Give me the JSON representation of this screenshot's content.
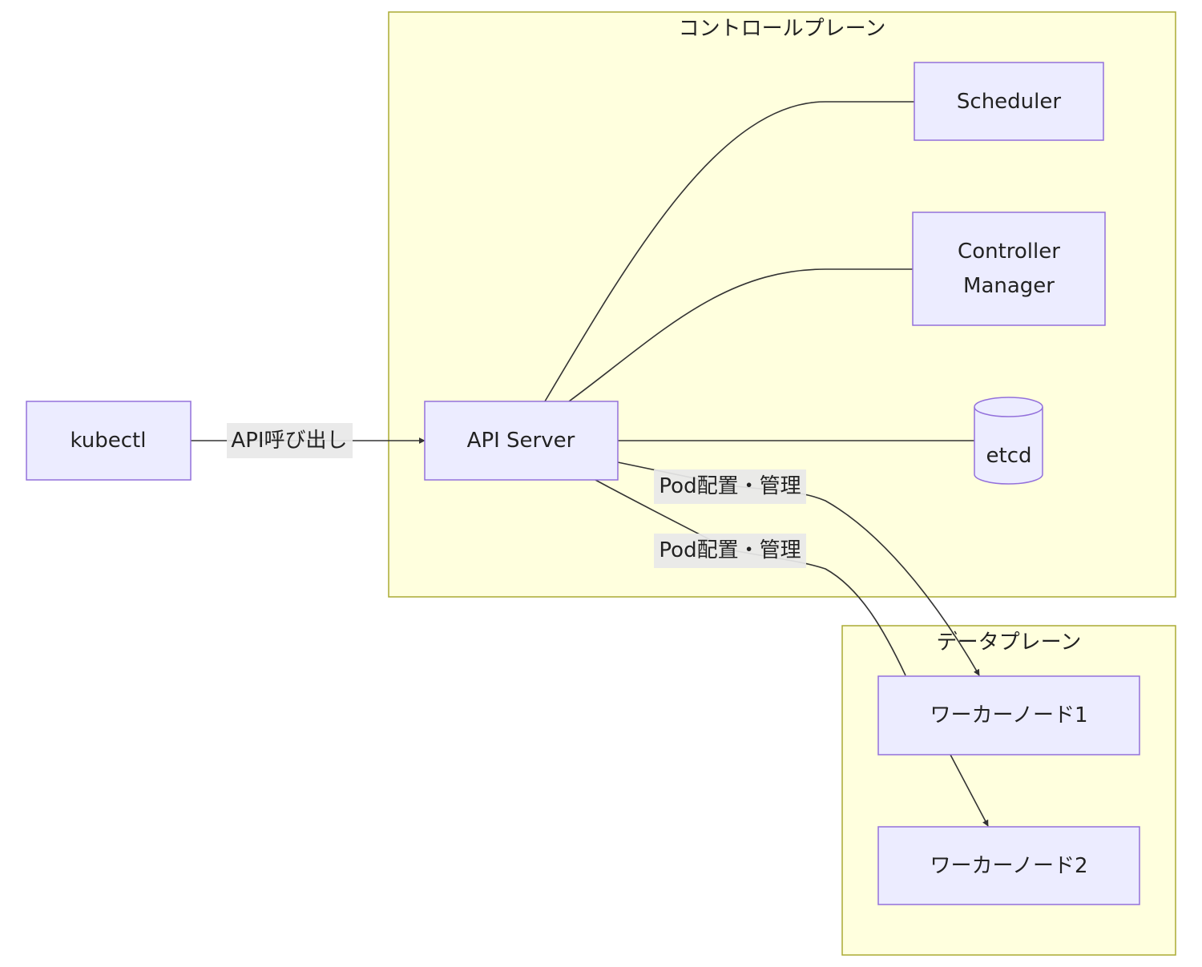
{
  "diagram": {
    "type": "flowchart",
    "direction": "LR",
    "colors": {
      "node_fill": "#ececff",
      "node_stroke": "#9370db",
      "cluster_fill": "#ffffde",
      "cluster_stroke": "#aaaa33",
      "edge": "#333333",
      "edge_label_bg": "#e8e8e8"
    },
    "clusters": {
      "control_plane": {
        "title": "コントロールプレーン"
      },
      "data_plane": {
        "title": "データプレーン"
      }
    },
    "nodes": {
      "kubectl": {
        "label": "kubectl",
        "shape": "rect"
      },
      "api_server": {
        "label": "API Server",
        "shape": "rect"
      },
      "scheduler": {
        "label": "Scheduler",
        "shape": "rect"
      },
      "controller_manager": {
        "label_line1": "Controller",
        "label_line2": "Manager",
        "shape": "rect"
      },
      "etcd": {
        "label": "etcd",
        "shape": "cylinder"
      },
      "worker1": {
        "label": "ワーカーノード1",
        "shape": "rect"
      },
      "worker2": {
        "label": "ワーカーノード2",
        "shape": "rect"
      }
    },
    "edges": {
      "kubectl_api": {
        "from": "kubectl",
        "to": "api_server",
        "label": "API呼び出し",
        "arrow": true
      },
      "api_scheduler": {
        "from": "api_server",
        "to": "scheduler",
        "label": "",
        "arrow": false
      },
      "api_controller": {
        "from": "api_server",
        "to": "controller_manager",
        "label": "",
        "arrow": false
      },
      "api_etcd": {
        "from": "api_server",
        "to": "etcd",
        "label": "",
        "arrow": false
      },
      "api_worker1_a": {
        "from": "api_server",
        "to": "worker1",
        "label": "Pod配置・管理",
        "arrow": true
      },
      "api_worker1_b": {
        "from": "api_server",
        "to": "worker1",
        "label": "Pod配置・管理",
        "arrow": false
      },
      "worker1_worker2": {
        "from": "worker1",
        "to": "worker2",
        "label": "",
        "arrow": true
      }
    }
  }
}
